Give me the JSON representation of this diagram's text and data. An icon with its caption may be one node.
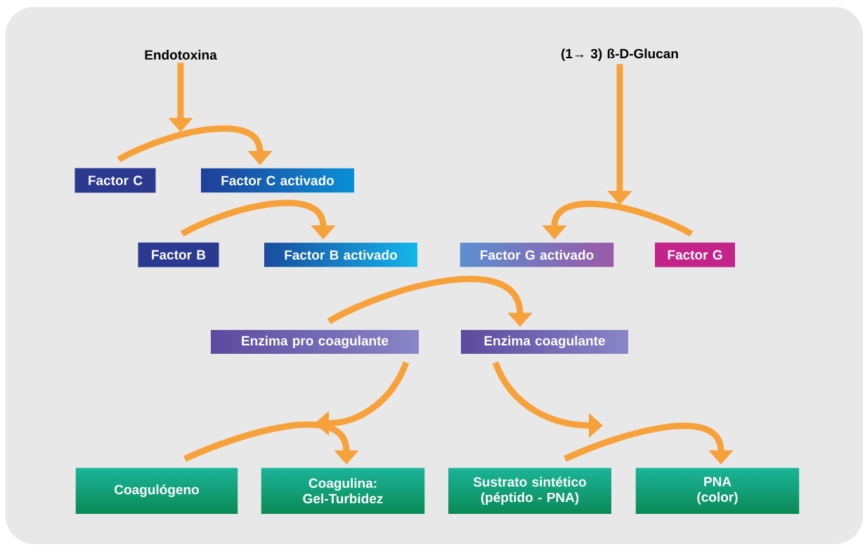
{
  "diagram": {
    "nodes": [
      {
        "text": [
          "Endotoxina"
        ]
      },
      {
        "text": [
          "(1→ 3) ß-D-Glucan"
        ]
      },
      {
        "text": [
          "Factor C"
        ]
      },
      {
        "text": [
          "Factor C activado"
        ]
      },
      {
        "text": [
          "Factor B"
        ]
      },
      {
        "text": [
          "Factor B activado"
        ]
      },
      {
        "text": [
          "Factor G activado"
        ]
      },
      {
        "text": [
          "Factor G"
        ]
      },
      {
        "text": [
          "Enzima pro coagulante"
        ]
      },
      {
        "text": [
          "Enzima coagulante"
        ]
      },
      {
        "text": [
          "Coagulógeno"
        ]
      },
      {
        "text": [
          "Coagulina: Gel-Turbidez"
        ]
      },
      {
        "text": [
          "Sustrato sintético (péptido - PNA)"
        ]
      },
      {
        "text": [
          "PNA (color)"
        ]
      }
    ],
    "edges": [
      {
        "from": 0,
        "to": null,
        "arrow": "to"
      },
      {
        "from": 2,
        "to": 3,
        "arrow": "to"
      },
      {
        "from": 4,
        "to": 5,
        "arrow": "to"
      },
      {
        "from": 1,
        "to": null,
        "arrow": "to"
      },
      {
        "from": 7,
        "to": 6,
        "arrow": "to"
      },
      {
        "from": 8,
        "to": 9,
        "arrow": "to"
      },
      {
        "from": 8,
        "to": null,
        "arrow": "to"
      },
      {
        "from": 9,
        "to": null,
        "arrow": "to"
      },
      {
        "from": 10,
        "to": 11,
        "arrow": "to"
      },
      {
        "from": 12,
        "to": 13,
        "arrow": "to"
      }
    ]
  }
}
